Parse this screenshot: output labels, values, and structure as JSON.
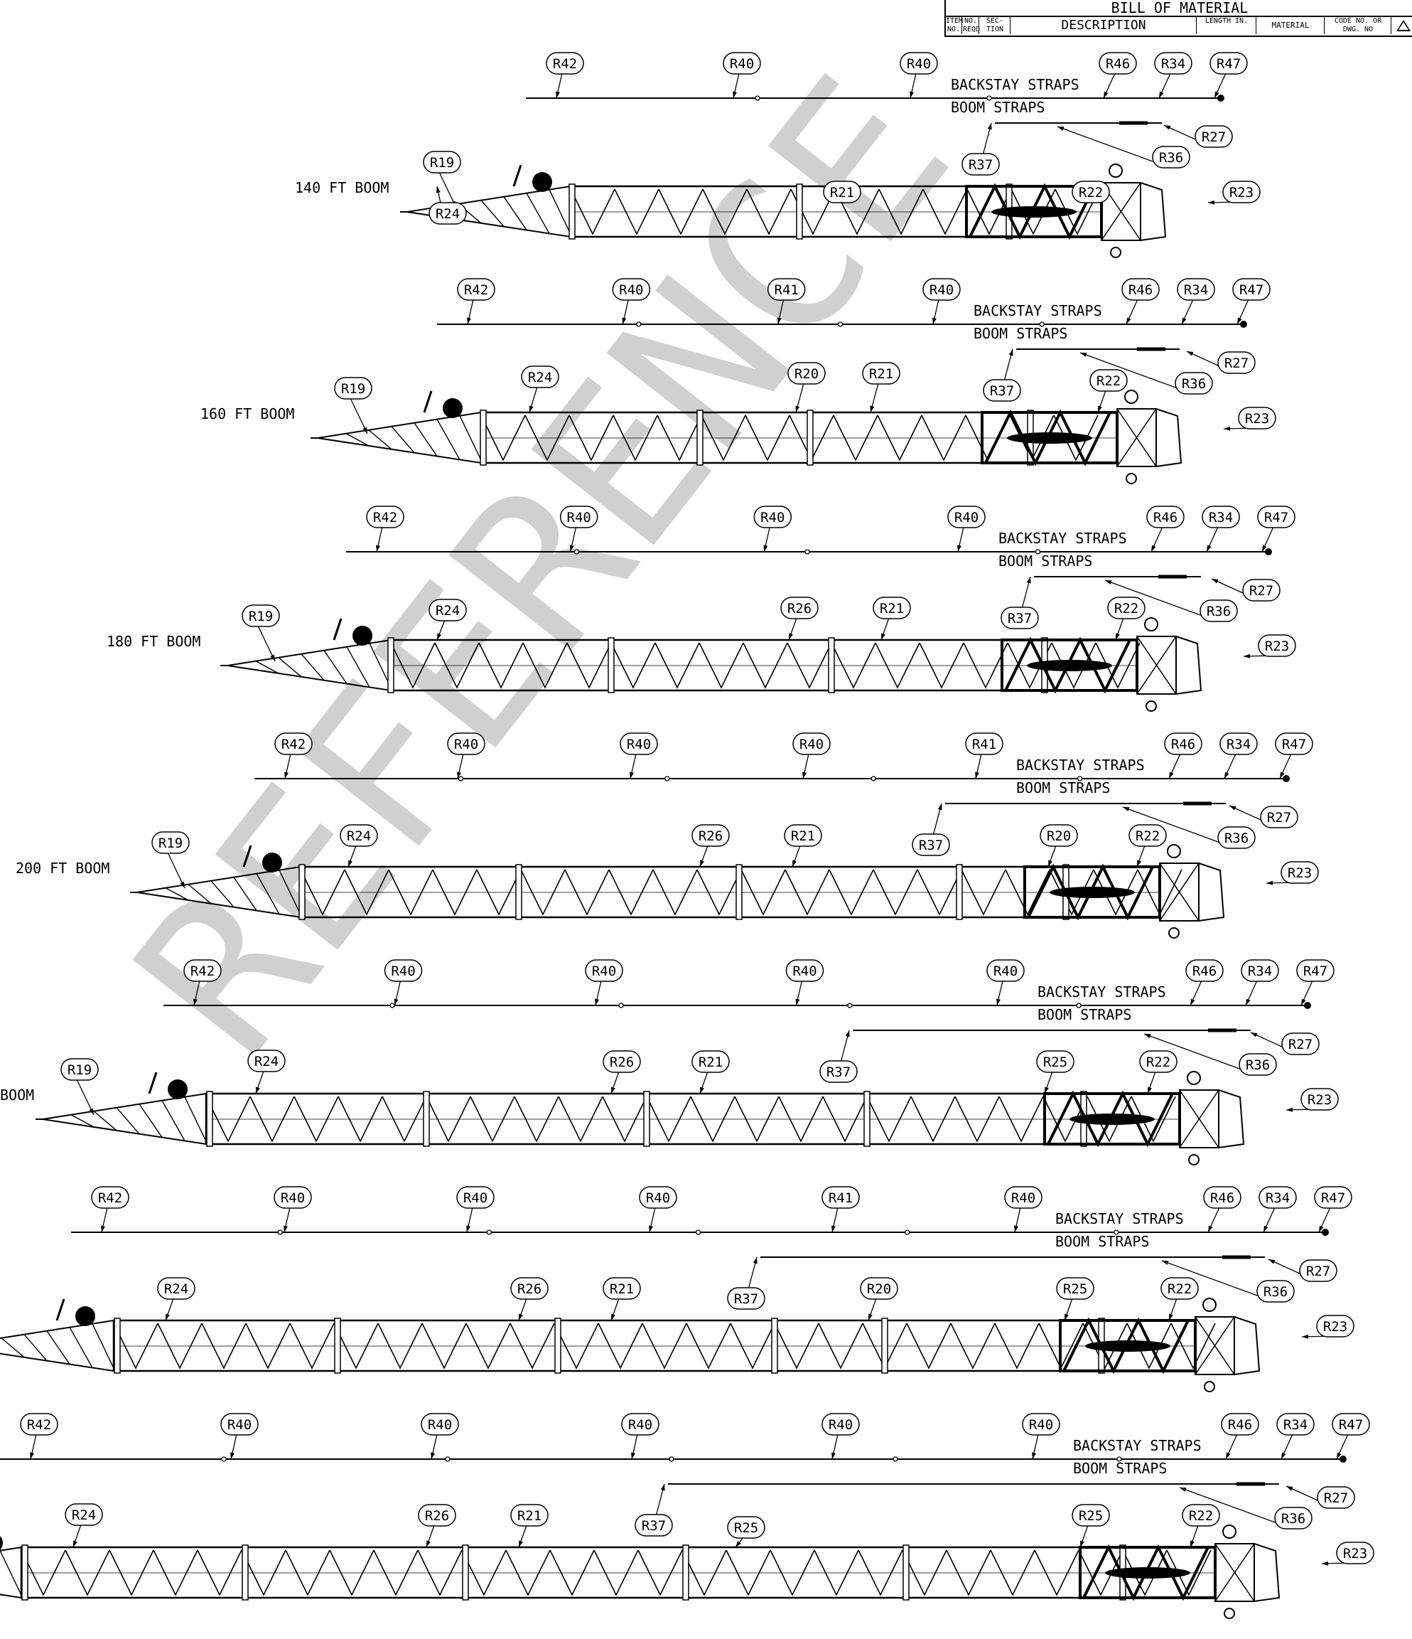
{
  "bom": {
    "title": "BILL OF MATERIAL",
    "col_item": "ITEM NO.",
    "col_reqd": "NO. REQD",
    "col_section": "SEC- TION",
    "col_description": "DESCRIPTION",
    "col_length": "LENGTH IN.",
    "col_material": "MATERIAL",
    "col_code": "CODE NO. OR DWG. NO"
  },
  "watermark": "REFERENCE",
  "labels": {
    "backstay": "BACKSTAY STRAPS",
    "boom_straps": "BOOM STRAPS"
  },
  "booms": [
    {
      "name": "140 FT BOOM",
      "backstay_tags": [
        "R42",
        "R40",
        "R40",
        "R46",
        "R34",
        "R47"
      ],
      "strap_tags": [
        "R27",
        "R36",
        "R37"
      ],
      "boom_tags": [
        "R19",
        "R24",
        "R21",
        "R22",
        "R23"
      ]
    },
    {
      "name": "160 FT BOOM",
      "backstay_tags": [
        "R42",
        "R40",
        "R41",
        "R40",
        "R46",
        "R34",
        "R47"
      ],
      "strap_tags": [
        "R27",
        "R36",
        "R37"
      ],
      "boom_tags": [
        "R19",
        "R24",
        "R20",
        "R21",
        "R22",
        "R23"
      ]
    },
    {
      "name": "180 FT BOOM",
      "backstay_tags": [
        "R42",
        "R40",
        "R40",
        "R40",
        "R46",
        "R34",
        "R47"
      ],
      "strap_tags": [
        "R27",
        "R36",
        "R37"
      ],
      "boom_tags": [
        "R19",
        "R24",
        "R26",
        "R21",
        "R22",
        "R23"
      ]
    },
    {
      "name": "200 FT BOOM",
      "backstay_tags": [
        "R42",
        "R40",
        "R40",
        "R40",
        "R41",
        "R46",
        "R34",
        "R47"
      ],
      "strap_tags": [
        "R27",
        "R36",
        "R37"
      ],
      "boom_tags": [
        "R19",
        "R24",
        "R26",
        "R21",
        "R20",
        "R22",
        "R23"
      ]
    },
    {
      "name": "BOOM",
      "backstay_tags": [
        "R42",
        "R40",
        "R40",
        "R40",
        "R40",
        "R46",
        "R34",
        "R47"
      ],
      "strap_tags": [
        "R27",
        "R36",
        "R37"
      ],
      "boom_tags": [
        "R19",
        "R24",
        "R26",
        "R21",
        "R25",
        "R22",
        "R23"
      ]
    },
    {
      "name": "",
      "backstay_tags": [
        "R42",
        "R40",
        "R40",
        "R40",
        "R41",
        "R40",
        "R46",
        "R34",
        "R47"
      ],
      "strap_tags": [
        "R27",
        "R36",
        "R37"
      ],
      "boom_tags": [
        "R24",
        "R26",
        "R21",
        "R20",
        "R25",
        "R22",
        "R23"
      ]
    },
    {
      "name": "",
      "backstay_tags": [
        "R42",
        "R40",
        "R40",
        "R40",
        "R40",
        "R40",
        "R46",
        "R34",
        "R47"
      ],
      "strap_tags": [
        "R27",
        "R36",
        "R37"
      ],
      "boom_tags": [
        "R24",
        "R26",
        "R21",
        "R25",
        "R25",
        "R22",
        "R23"
      ]
    }
  ]
}
